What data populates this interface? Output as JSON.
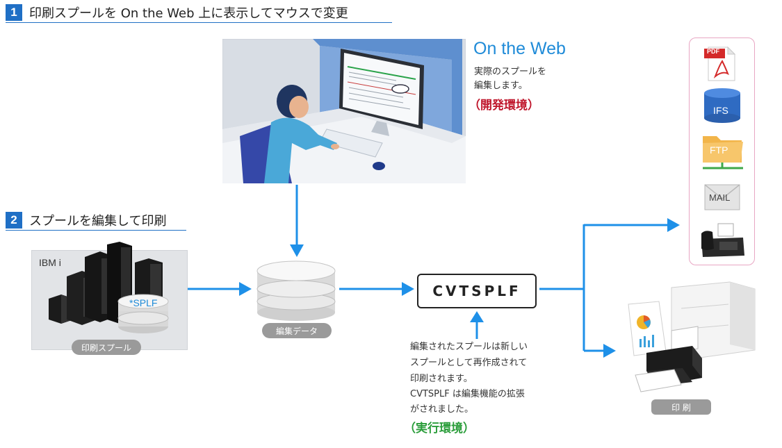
{
  "section1": {
    "number": "1",
    "title": "印刷スプールを On the Web 上に表示してマウスで変更"
  },
  "section2": {
    "number": "2",
    "title": "スプールを編集して印刷"
  },
  "web": {
    "title": "On the Web",
    "desc_line1": "実際のスプールを",
    "desc_line2": "編集します。",
    "env_label": "（開発環境）"
  },
  "ibm": {
    "label": "IBM i",
    "splf_label": "*SPLF",
    "caption": "印刷スプール"
  },
  "edit_data": {
    "caption": "編集データ"
  },
  "cvtsplf": {
    "label": "CVTSPLF"
  },
  "note": {
    "line1": "編集されたスプールは新しい",
    "line2": "スプールとして再作成されて",
    "line3": "印刷されます。",
    "line4": "CVTSPLF は編集機能の拡張",
    "line5": "がされました。",
    "env_label": "（実行環境）"
  },
  "outputs": {
    "pdf": "PDF",
    "ifs": "IFS",
    "ftp": "FTP",
    "mail": "MAIL"
  },
  "print": {
    "caption": "印 刷"
  },
  "colors": {
    "accent": "#1f6fc5",
    "arrow": "#1e90e8",
    "dev_env": "#c0182d",
    "run_env": "#2a9d3a",
    "output_border": "#e8a6c3"
  }
}
